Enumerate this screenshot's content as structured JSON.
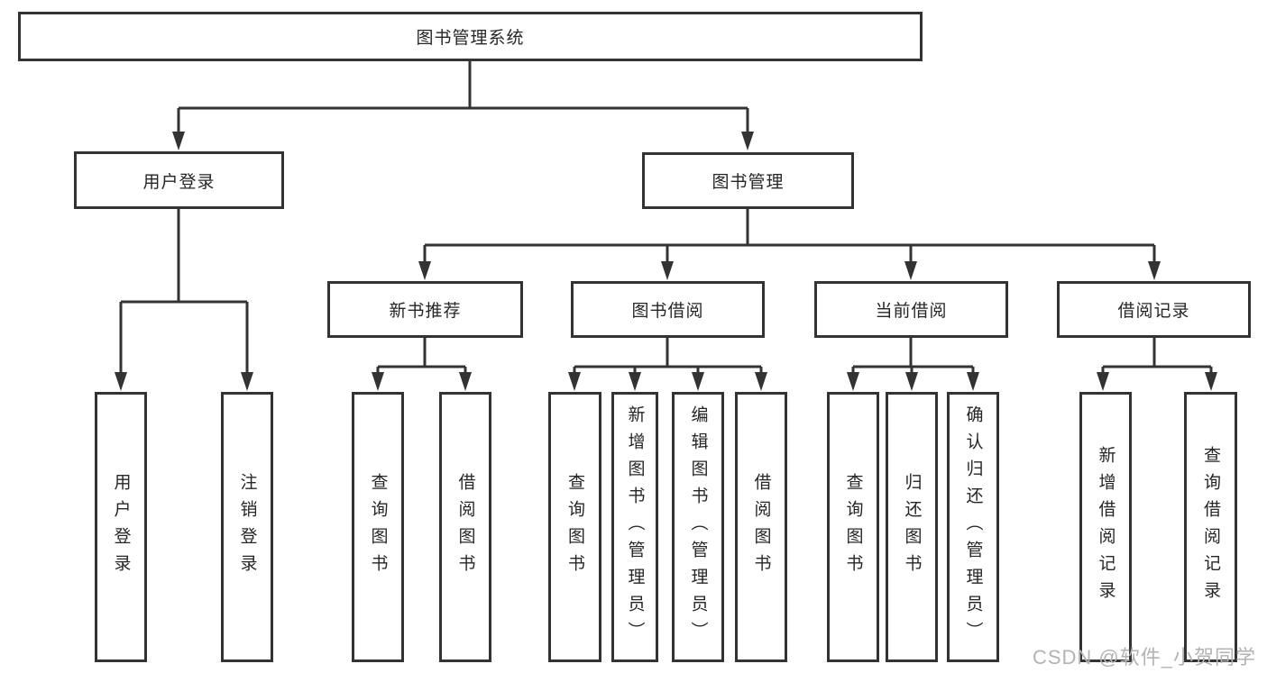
{
  "diagram": {
    "root": {
      "label": "图书管理系统"
    },
    "branches": [
      {
        "label": "用户登录",
        "children": [
          {
            "label": "用户登录"
          },
          {
            "label": "注销登录"
          }
        ]
      },
      {
        "label": "图书管理",
        "children": [
          {
            "label": "新书推荐",
            "children": [
              {
                "label": "查询图书"
              },
              {
                "label": "借阅图书"
              }
            ]
          },
          {
            "label": "图书借阅",
            "children": [
              {
                "label": "查询图书"
              },
              {
                "label": "新增图书（管理员）"
              },
              {
                "label": "编辑图书（管理员）"
              },
              {
                "label": "借阅图书"
              }
            ]
          },
          {
            "label": "当前借阅",
            "children": [
              {
                "label": "查询图书"
              },
              {
                "label": "归还图书"
              },
              {
                "label": "确认归还（管理员）"
              }
            ]
          },
          {
            "label": "借阅记录",
            "children": [
              {
                "label": "新增借阅记录"
              },
              {
                "label": "查询借阅记录"
              }
            ]
          }
        ]
      }
    ]
  },
  "watermark": "CSDN @软件_小贺同学",
  "colors": {
    "line": "#333333",
    "text": "#262626",
    "background": "#ffffff",
    "watermark": "#b3b3b3"
  }
}
